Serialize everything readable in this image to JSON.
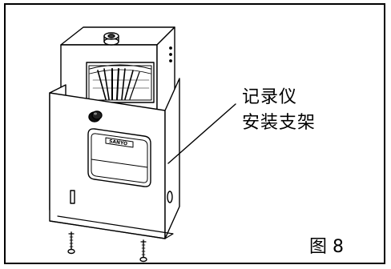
{
  "callout": {
    "line1": "记录仪",
    "line2": "安装支架"
  },
  "figure": {
    "number_label": "图 8"
  },
  "device": {
    "brand_badge": "SANYO"
  },
  "colors": {
    "line": "#000000",
    "paper": "#ffffff"
  }
}
